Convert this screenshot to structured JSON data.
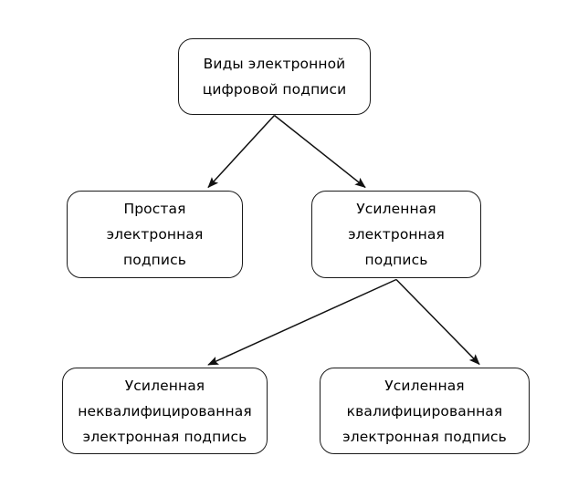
{
  "diagram": {
    "title": "Виды электронной цифровой подписи",
    "type": "hierarchy-tree",
    "background_color": "#ffffff",
    "line_color": "#1a1a1a",
    "text_color": "#000000",
    "nodes": [
      {
        "id": "root",
        "label": "Виды электронной\nцифровой подписи",
        "level": 0
      },
      {
        "id": "simple",
        "label": "Простая\nэлектронная\nподпись",
        "level": 1
      },
      {
        "id": "enhanced",
        "label": "Усиленная\nэлектронная\nподпись",
        "level": 1
      },
      {
        "id": "unqualified",
        "label": "Усиленная\nнеквалифицированная\nэлектронная подпись",
        "level": 2
      },
      {
        "id": "qualified",
        "label": "Усиленная\nквалифицированная\nэлектронная подпись",
        "level": 2
      }
    ],
    "edges": [
      {
        "from": "root",
        "to": "simple",
        "arrow": "single"
      },
      {
        "from": "root",
        "to": "enhanced",
        "arrow": "single"
      },
      {
        "from": "enhanced",
        "to": "unqualified",
        "arrow": "single"
      },
      {
        "from": "enhanced",
        "to": "qualified",
        "arrow": "single"
      }
    ]
  }
}
